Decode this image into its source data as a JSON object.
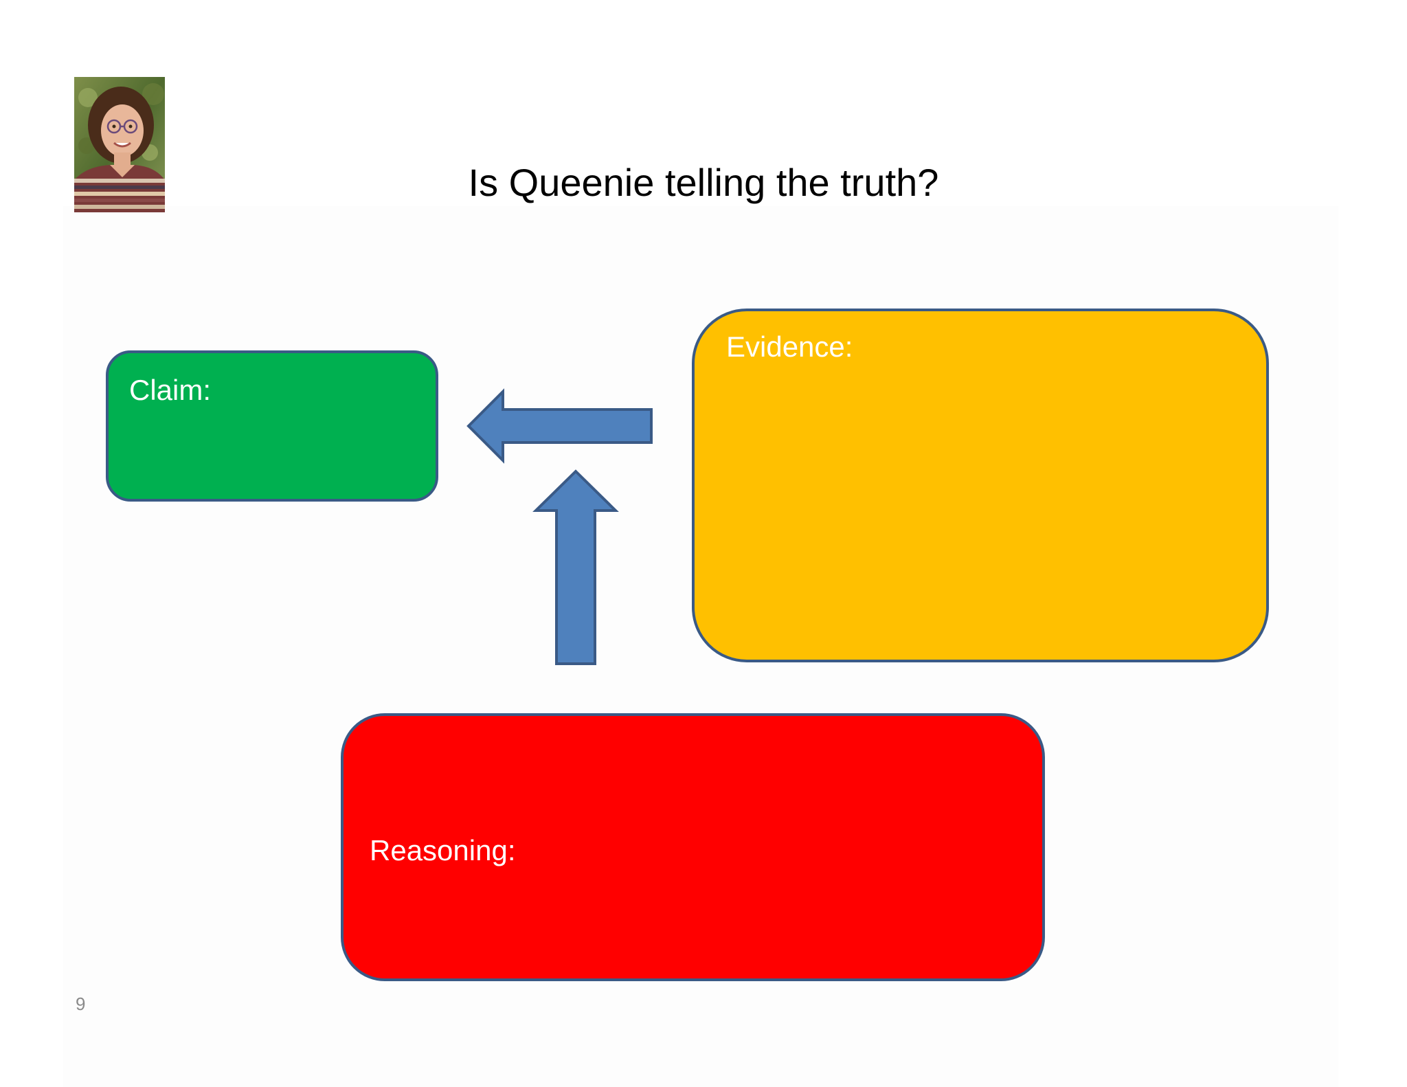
{
  "slide": {
    "title": "Is Queenie telling the truth?",
    "page_number": "9"
  },
  "diagram": {
    "nodes": [
      {
        "id": "claim",
        "label": "Claim:",
        "fill": "#00b050"
      },
      {
        "id": "evidence",
        "label": "Evidence:",
        "fill": "#ffc000"
      },
      {
        "id": "reasoning",
        "label": "Reasoning:",
        "fill": "#ff0000"
      }
    ],
    "edges": [
      {
        "from": "evidence",
        "to": "claim"
      },
      {
        "from": "reasoning",
        "to": "claim"
      }
    ],
    "colors": {
      "border": "#3a5a86",
      "arrow_fill": "#4f81bd",
      "arrow_stroke": "#3a5a86",
      "label_text": "#ffffff"
    }
  },
  "photo": {
    "icon": "portrait-photo"
  }
}
